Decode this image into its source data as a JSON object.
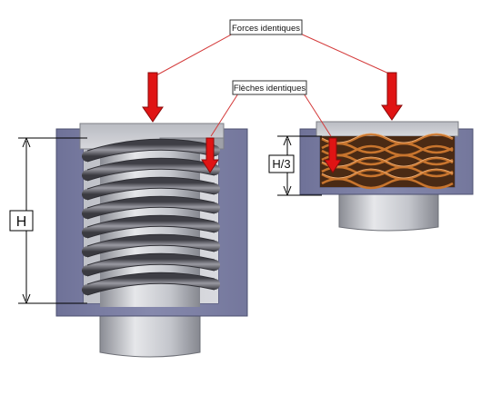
{
  "labels": {
    "forces": "Forces identiques",
    "arrows": "Flèches identiques",
    "height_left": "H",
    "height_right": "H/3"
  },
  "colors": {
    "force_arrow": "#e01414",
    "leader_line": "#d43a3a",
    "housing": "#7f82a6",
    "shaft": "#c4c6cc",
    "coil_spring": "#5c5c64",
    "wave_spring": "#c8752e"
  }
}
